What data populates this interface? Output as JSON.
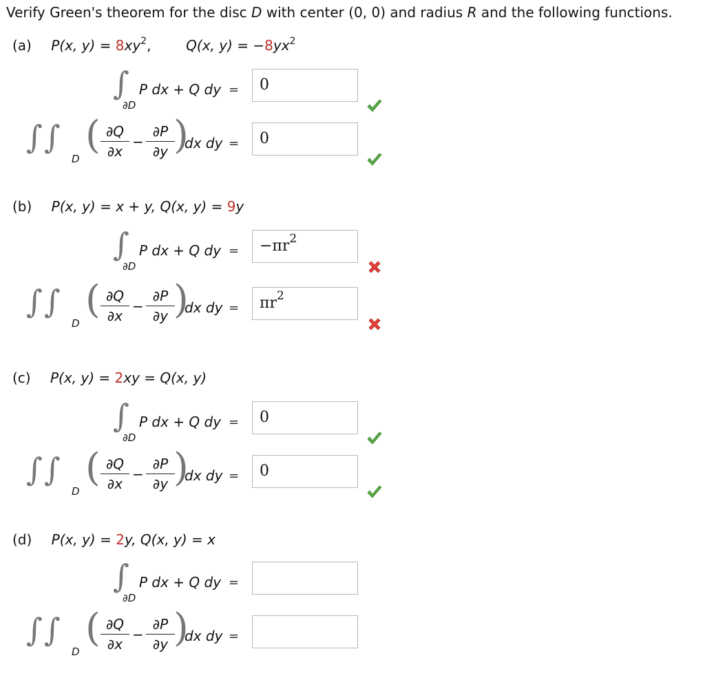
{
  "header": {
    "prefix": "Verify Green's theorem for the disc ",
    "D": "D",
    "mid": " with center (0, 0) and radius ",
    "R": "R",
    "suffix": " and the following functions."
  },
  "common": {
    "line_integrand": "P dx + Q dy",
    "boundary_sub": "∂D",
    "region_sub": "D",
    "dQ": "∂Q",
    "dx_den": "∂x",
    "dP": "∂P",
    "dy_den": "∂y",
    "dxdy": "dx dy",
    "equals": "="
  },
  "parts": [
    {
      "tag": "(a)",
      "P_lhs": "P(x, y) = ",
      "P_red": "8",
      "P_rest": "xy",
      "P_exp": "2",
      "P_tail": ",",
      "Q_lhs": "Q(x, y) = −",
      "Q_red": "8",
      "Q_rest": "yx",
      "Q_exp": "2",
      "ans1": "0",
      "ans1_exp": "",
      "mark1": "check",
      "ans2": "0",
      "ans2_exp": "",
      "mark2": "check"
    },
    {
      "tag": "(b)",
      "text_pre": "P(x, y) = x + y, Q(x, y) = ",
      "red": "9",
      "text_post": "y",
      "ans1": "−πr",
      "ans1_exp": "2",
      "mark1": "cross",
      "ans2": "πr",
      "ans2_exp": "2",
      "mark2": "cross"
    },
    {
      "tag": "(c)",
      "text_pre": "P(x, y) = ",
      "red": "2",
      "text_post": "xy = Q(x, y)",
      "ans1": "0",
      "ans1_exp": "",
      "mark1": "check",
      "ans2": "0",
      "ans2_exp": "",
      "mark2": "check"
    },
    {
      "tag": "(d)",
      "text_pre": "P(x, y) = ",
      "red": "2",
      "text_post": "y, Q(x, y) = x",
      "ans1": "",
      "ans1_exp": "",
      "mark1": "",
      "ans2": "",
      "ans2_exp": "",
      "mark2": ""
    }
  ],
  "colors": {
    "check": "#5aa845",
    "cross": "#e0403a",
    "highlight": "#c0302a"
  }
}
